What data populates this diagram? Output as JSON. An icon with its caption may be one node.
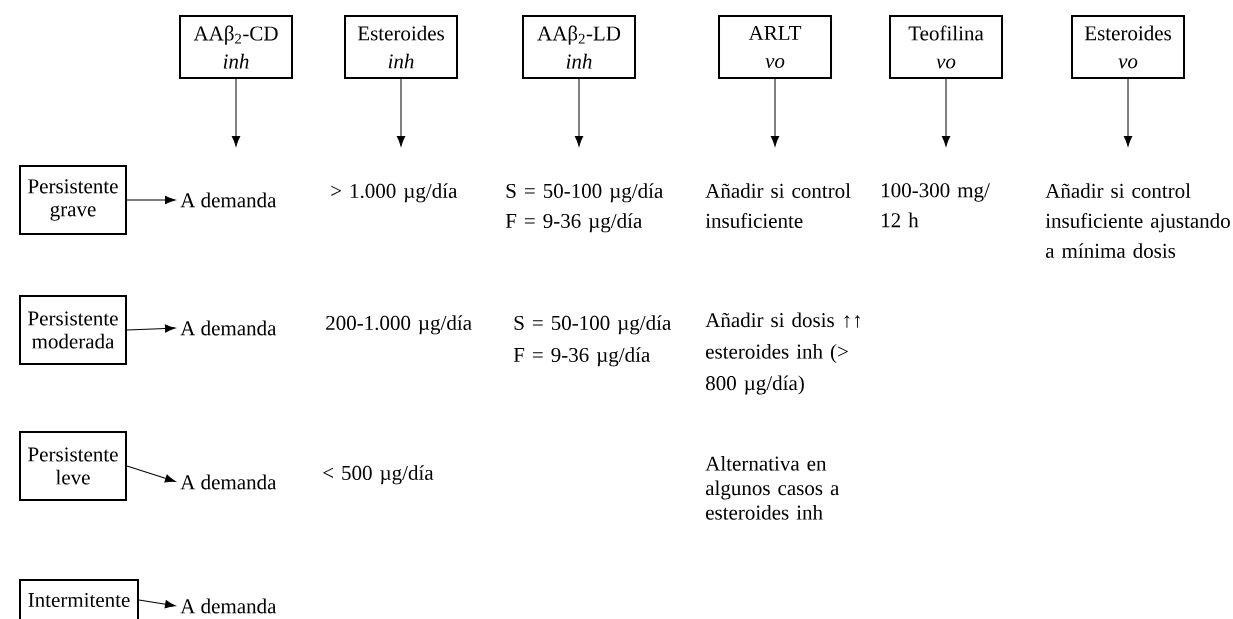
{
  "diagram": {
    "nodes": [
      {
        "text": [
          "AAβ$_{2}$-CD",
          "inh"
        ]
      },
      {
        "text": [
          "Esteroides",
          "inh"
        ]
      },
      {
        "text": [
          "AAβ$_{2}$-LD",
          "inh"
        ]
      },
      {
        "text": [
          "ARLT",
          "vo"
        ]
      },
      {
        "text": [
          "Teofilina",
          "vo"
        ]
      },
      {
        "text": [
          "Esteroides",
          "vo"
        ]
      },
      {
        "text": [
          "Persistente grave"
        ]
      },
      {
        "text": [
          "Persistente moderada"
        ]
      },
      {
        "text": [
          "Persistente leve"
        ]
      },
      {
        "text": [
          "Intermitente"
        ]
      },
      {
        "text": [
          "A demanda"
        ]
      },
      {
        "text": [
          "A demanda"
        ]
      },
      {
        "text": [
          "A demanda"
        ]
      },
      {
        "text": [
          "A demanda"
        ]
      }
    ],
    "edges": [
      {
        "from": 0,
        "to": null,
        "arrow": "to"
      },
      {
        "from": 1,
        "to": null,
        "arrow": "to"
      },
      {
        "from": 2,
        "to": null,
        "arrow": "to"
      },
      {
        "from": 3,
        "to": null,
        "arrow": "to"
      },
      {
        "from": 4,
        "to": null,
        "arrow": "to"
      },
      {
        "from": 5,
        "to": null,
        "arrow": "to"
      },
      {
        "from": 6,
        "to": 10,
        "arrow": "to"
      },
      {
        "from": 7,
        "to": 11,
        "arrow": "to"
      },
      {
        "from": 8,
        "to": 12,
        "arrow": "to"
      },
      {
        "from": 9,
        "to": 13,
        "arrow": "to"
      }
    ],
    "labels": [
      "> 1.000 µg/día",
      "S = 50-100 µg/día",
      "F = 9-36 µg/día",
      "Añadir si control insuficiente",
      "100-300 mg/ 12 h",
      "Añadir si control insuficiente ajustando a mínima dosis",
      "200-1.000 µg/día",
      "S = 50-100 µg/día",
      "F = 9-36 µg/día",
      "Añadir si dosis ↑↑ esteroides inh (> 800 µg/día)",
      "< 500 µg/día",
      "Alternativa en algunos casos a esteroides inh"
    ]
  }
}
